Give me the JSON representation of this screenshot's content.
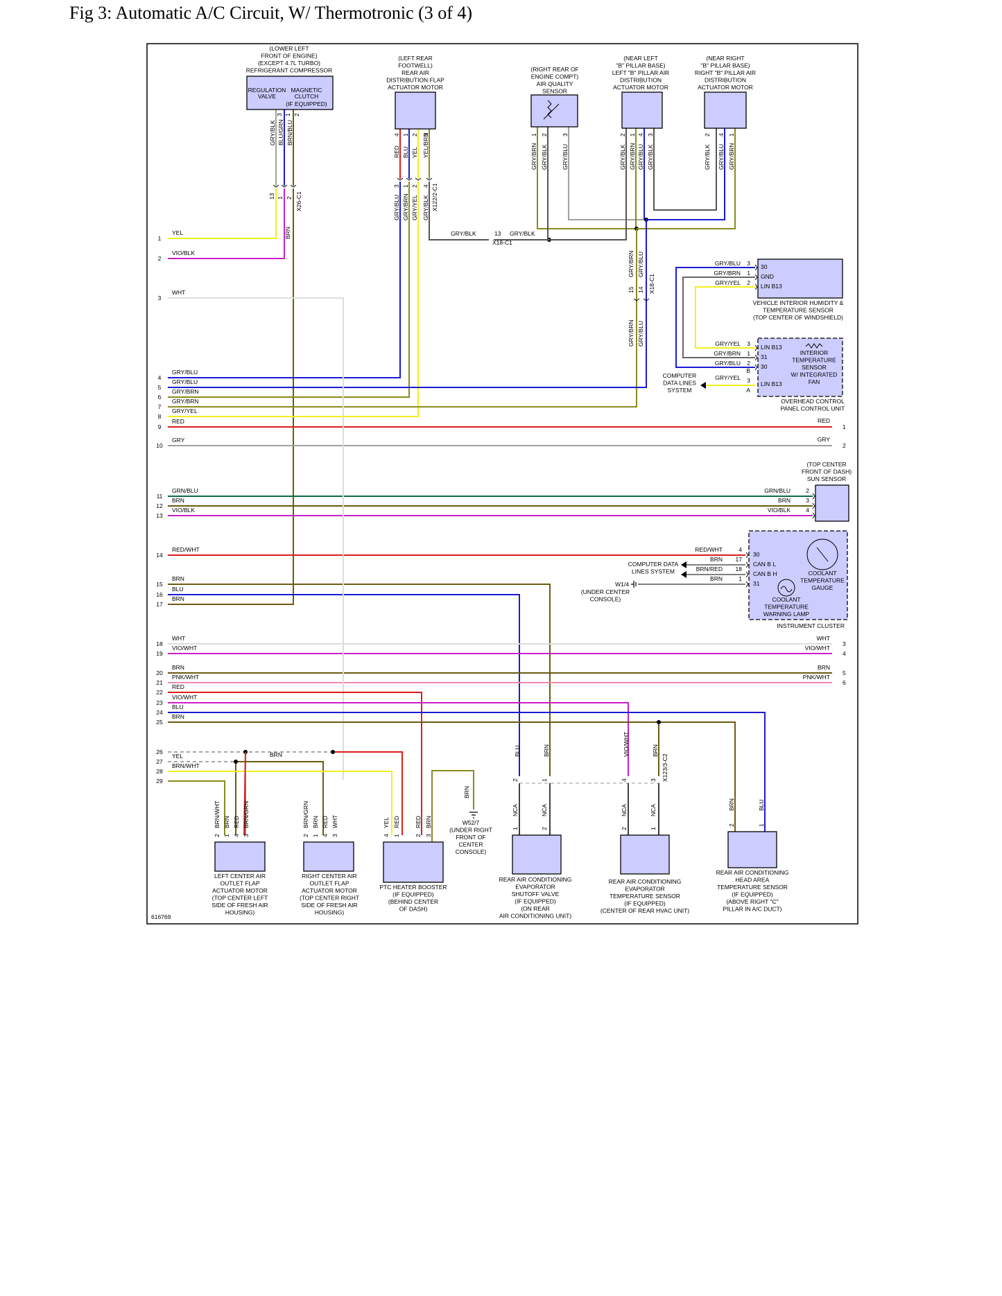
{
  "page": {
    "title": "Fig 3: Automatic A/C Circuit, W/ Thermotronic (3 of 4)",
    "figure_id": "616769"
  },
  "colors": {
    "frame": "#000000",
    "component_fill": "#ccccff",
    "YEL": "#f2ef1c",
    "VIO": "#c81fc8",
    "WHT": "#d0d0d0",
    "BLU": "#1a1ad6",
    "BRN": "#6b5a10",
    "RED": "#dd1c1c",
    "GRY": "#a0a0a0",
    "GRN": "#0a6a40",
    "PNK": "#f08aa8",
    "OLIVE": "#8a8a1e"
  },
  "left_wires": [
    {
      "num": "1",
      "label": "YEL"
    },
    {
      "num": "2",
      "label": "VIO/BLK"
    },
    {
      "num": "3",
      "label": "WHT"
    },
    {
      "num": "4",
      "label": "GRY/BLU"
    },
    {
      "num": "5",
      "label": "GRY/BLU"
    },
    {
      "num": "6",
      "label": "GRY/BRN"
    },
    {
      "num": "7",
      "label": "GRY/BRN"
    },
    {
      "num": "8",
      "label": "GRY/YEL"
    },
    {
      "num": "9",
      "label": "RED"
    },
    {
      "num": "10",
      "label": "GRY"
    },
    {
      "num": "11",
      "label": "GRN/BLU"
    },
    {
      "num": "12",
      "label": "BRN"
    },
    {
      "num": "13",
      "label": "VIO/BLK"
    },
    {
      "num": "14",
      "label": "RED/WHT"
    },
    {
      "num": "15",
      "label": "BRN"
    },
    {
      "num": "16",
      "label": "BLU"
    },
    {
      "num": "17",
      "label": "BRN"
    },
    {
      "num": "18",
      "label": "WHT"
    },
    {
      "num": "19",
      "label": "VIO/WHT"
    },
    {
      "num": "20",
      "label": "BRN"
    },
    {
      "num": "21",
      "label": "PNK/WHT"
    },
    {
      "num": "22",
      "label": "RED"
    },
    {
      "num": "23",
      "label": "VIO/WHT"
    },
    {
      "num": "24",
      "label": "BLU"
    },
    {
      "num": "25",
      "label": "BRN"
    },
    {
      "num": "26",
      "label": ""
    },
    {
      "num": "27",
      "label": "YEL"
    },
    {
      "num": "28",
      "label": "BRN/WHT"
    },
    {
      "num": "29",
      "label": ""
    }
  ],
  "components": {
    "compressor": {
      "location": [
        "(LOWER LEFT",
        "FRONT OF ENGINE)",
        "(EXCEPT 4.7L TURBO)",
        "REFRIGERANT COMPRESSOR"
      ],
      "inner": [
        "REGULATION",
        "VALVE",
        "MAGNETIC",
        "CLUTCH",
        "(IF EQUIPPED)"
      ],
      "pins": [
        "GRY/BLK",
        "BLU/GRN",
        "BRN/BLU"
      ],
      "pin_nums": [
        "3",
        "1",
        "2"
      ],
      "connector": "X26-C1",
      "conn_pins": [
        "13",
        "1",
        "2"
      ],
      "wire": "BRN"
    },
    "rear_flap": {
      "label": [
        "(LEFT REAR",
        "FOOTWELL)",
        "REAR AIR",
        "DISTRIBUTION FLAP",
        "ACTUATOR MOTOR"
      ],
      "pins": [
        "RED",
        "BLU",
        "YEL",
        "YEL/BRN"
      ],
      "pin_nums": [
        "4",
        "1",
        "2",
        "3"
      ],
      "connector": "X122/2-C1",
      "conn_wires": [
        "GRY/BLU",
        "GRY/BRN",
        "GRY/YEL",
        "GRY/BLK"
      ],
      "conn_pins": [
        "3",
        "1",
        "2",
        "4"
      ]
    },
    "aq_sensor": {
      "label": [
        "(RIGHT REAR OF",
        "ENGINE COMPT)",
        "AIR QUALITY",
        "SENSOR"
      ],
      "pins": [
        "GRY/BRN",
        "GRY/BLK",
        "GRY/BLU"
      ],
      "pin_nums": [
        "1",
        "2",
        "3"
      ]
    },
    "left_b": {
      "label": [
        "(NEAR LEFT",
        "\"B\" PILLAR BASE)",
        "LEFT \"B\" PILLAR AIR",
        "DISTRIBUTION",
        "ACTUATOR MOTOR"
      ],
      "pins": [
        "GRY/BLK",
        "GRY/BRN",
        "GRY/BLU",
        "GRY/BLK"
      ],
      "pin_nums": [
        "2",
        "1",
        "4",
        "3"
      ]
    },
    "right_b": {
      "label": [
        "(NEAR RIGHT",
        "\"B\" PILLAR BASE)",
        "RIGHT \"B\" PILLAR AIR",
        "DISTRIBUTION",
        "ACTUATOR MOTOR"
      ],
      "pins": [
        "GRY/BLK",
        "GRY/BLU",
        "GRY/BRN"
      ],
      "pin_nums": [
        "2",
        "4",
        "1"
      ]
    },
    "x18": {
      "left": "13",
      "wire_a": "GRY/BLK",
      "wire_b": "GRY/BLK",
      "connector": "X18-C1",
      "vert_pins": [
        "15",
        "14"
      ],
      "vert_wires": [
        "GRY/BRN",
        "GRY/BLU"
      ],
      "vert_wires_below": [
        "GRY/BRN",
        "GRY/BLU"
      ]
    },
    "humidity": {
      "label": [
        "VEHICLE INTERIOR HUMIDITY &",
        "TEMPERATURE SENSOR",
        "(TOP CENTER OF WINDSHIELD)"
      ],
      "wires": [
        "GRY/BLU",
        "GRY/BRN",
        "GRY/YEL"
      ],
      "nums": [
        "3",
        "1",
        "2"
      ],
      "pins": [
        "30",
        "GND",
        "LIN B13"
      ]
    },
    "interior": {
      "wires": [
        "GRY/YEL",
        "GRY/BRN",
        "GRY/BLU"
      ],
      "nums": [
        "3",
        "1",
        "2"
      ],
      "pins": [
        "LIN B13",
        "31",
        "30"
      ],
      "label": [
        "INTERIOR",
        "TEMPERATURE",
        "SENSOR",
        "W/ INTEGRATED",
        "FAN"
      ],
      "b": "B",
      "a": "A",
      "lin_wire": "GRY/YEL",
      "lin_num": "3",
      "lin_pin": "LIN B13",
      "cdl": [
        "COMPUTER",
        "DATA LINES",
        "SYSTEM"
      ],
      "panel": [
        "OVERHEAD CONTROL",
        "PANEL CONTROL UNIT"
      ]
    },
    "right_end": {
      "red": "RED",
      "red_num": "1",
      "gry": "GRY",
      "gry_num": "2"
    },
    "sun": {
      "label": [
        "(TOP CENTER",
        "FRONT OF DASH)",
        "SUN SENSOR"
      ],
      "wires": [
        "GRN/BLU",
        "BRN",
        "VIO/BLK"
      ],
      "nums": [
        "2",
        "3",
        "4"
      ]
    },
    "cluster": {
      "wires": [
        "RED/WHT",
        "BRN",
        "BRN/RED",
        "BRN"
      ],
      "nums": [
        "4",
        "17",
        "18",
        "1"
      ],
      "pins": [
        "30",
        "CAN B L",
        "CAN B H",
        "31"
      ],
      "gauge": [
        "COOLANT",
        "TEMPERATURE",
        "GAUGE"
      ],
      "lamp": [
        "COOLANT",
        "TEMPERATURE",
        "WARNING LAMP"
      ],
      "name": "INSTRUMENT CLUSTER",
      "cdl": [
        "COMPUTER DATA",
        "LINES SYSTEM"
      ],
      "ground": "W1/4",
      "ground_loc": [
        "(UNDER CENTER",
        "CONSOLE)"
      ]
    },
    "right_mid": {
      "wires": [
        "WHT",
        "VIO/WHT",
        "BRN",
        "PNK/WHT"
      ],
      "nums": [
        "3",
        "4",
        "5",
        "6"
      ]
    },
    "bottom": {
      "brn26": "BRN",
      "lc_flap": {
        "pins": [
          "BRN/WHT",
          "BRN",
          "RED",
          "BRN/GRN"
        ],
        "nums": [
          "2",
          "1",
          "4",
          "3"
        ],
        "label": [
          "LEFT CENTER AIR",
          "OUTLET FLAP",
          "ACTUATOR MOTOR",
          "(TOP CENTER LEFT",
          "SIDE OF FRESH AIR",
          "HOUSING)"
        ]
      },
      "rc_flap": {
        "pins": [
          "BRN/GRN",
          "BRN",
          "RED",
          "WHT"
        ],
        "nums": [
          "2",
          "1",
          "4",
          "3"
        ],
        "label": [
          "RIGHT CENTER AIR",
          "OUTLET FLAP",
          "ACTUATOR MOTOR",
          "(TOP CENTER RIGHT",
          "SIDE OF FRESH AIR",
          "HOUSING)"
        ]
      },
      "ptc": {
        "pins": [
          "YEL",
          "RED",
          "RED",
          "BRN"
        ],
        "nums": [
          "4",
          "1",
          "2",
          "3"
        ],
        "label": [
          "PTC HEATER BOOSTER",
          "(IF EQUIPPED)",
          "(BEHIND CENTER",
          "OF DASH)"
        ]
      },
      "ground": {
        "wire": "BRN",
        "label": [
          "W52/7",
          "(UNDER RIGHT",
          "FRONT OF",
          "CENTER",
          "CONSOLE)"
        ]
      },
      "valve": {
        "upper": [
          "BLU",
          "BRN"
        ],
        "upper_nums": [
          "2",
          "1"
        ],
        "lower": [
          "NCA",
          "NCA"
        ],
        "lower_nums": [
          "1",
          "2"
        ],
        "label": [
          "REAR AIR CONDITIONING",
          "EVAPORATOR",
          "SHUTOFF VALVE",
          "(IF EQUIPPED)",
          "(ON REAR",
          "AIR CONDITIONING UNIT)"
        ]
      },
      "evap_sensor": {
        "upper": [
          "VIO/WHT",
          "BRN"
        ],
        "upper_nums": [
          "4",
          "3"
        ],
        "connector": "X123/3-C2",
        "lower": [
          "NCA",
          "NCA"
        ],
        "lower_nums": [
          "2",
          "1"
        ],
        "label": [
          "REAR AIR CONDITIONING",
          "EVAPORATOR",
          "TEMPERATURE SENSOR",
          "(IF EQUIPPED)",
          "(CENTER OF REAR HVAC UNIT)"
        ]
      },
      "head_sensor": {
        "pins": [
          "BRN",
          "BLU"
        ],
        "nums": [
          "2",
          "1"
        ],
        "label": [
          "REAR AIR CONDITIONING",
          "HEAD AREA",
          "TEMPERATURE SENSOR",
          "(IF EQUIPPED)",
          "(ABOVE RIGHT \"C\"",
          "PILLAR IN A/C DUCT)"
        ]
      }
    }
  }
}
